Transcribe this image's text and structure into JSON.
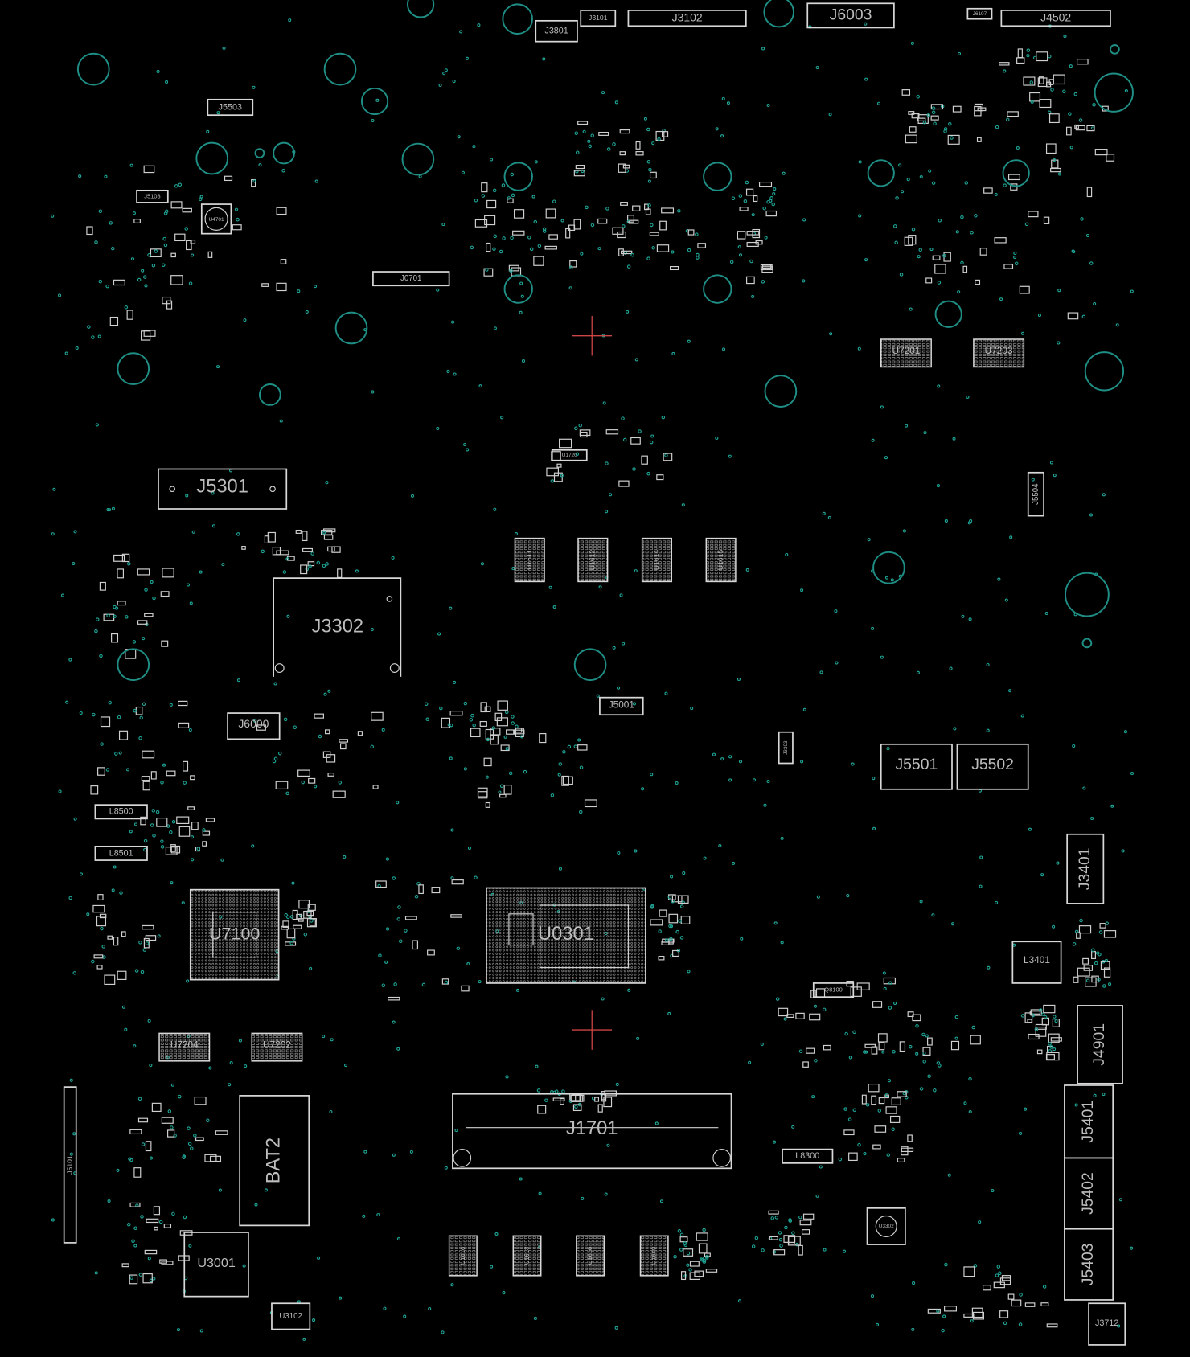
{
  "view": {
    "title": "Boardview - top layer",
    "colors": {
      "background": "#000000",
      "outline": "#d8d8d8",
      "hole": "#1f8f86",
      "via": "#1fa596",
      "marker": "#cc4444"
    }
  },
  "components": {
    "J3801": "J3801",
    "J3101": "J3101",
    "J3102": "J3102",
    "J6003": "J6003",
    "J6107": "J6107",
    "J4502": "J4502",
    "J5503": "J5503",
    "J5103": "J5103",
    "U4701": "U4701",
    "J0701": "J0701",
    "U7201": "U7201",
    "U7203": "U7203",
    "J5301": "J5301",
    "J5504": "J5504",
    "U1611": "U1611",
    "U1612": "U1612",
    "U1614": "U1614",
    "U1615": "U1615",
    "J3302": "J3302",
    "J6000": "J6000",
    "J5001": "J5001",
    "J5501": "J5501",
    "J5502": "J5502",
    "J3401": "J3401",
    "U7100": "U7100",
    "U0301": "U0301",
    "L3401": "L3401",
    "J4901": "J4901",
    "U7204": "U7204",
    "U7202": "U7202",
    "J1701": "J1701",
    "BAT2": "BAT2",
    "J5101": "J5101",
    "J5401": "J5401",
    "J5402": "J5402",
    "J5403": "J5403",
    "U3001": "U3001",
    "U3102": "U3102",
    "L8500": "L8500",
    "L8501": "L8501",
    "L8300": "L8300",
    "U3302": "U3302",
    "J3712": "J3712",
    "U1616": "U1616",
    "U1613": "U1613",
    "U1610": "U1610",
    "U1609": "U1609",
    "U1720": "U1720",
    "J3303": "J3303",
    "Q8100": "Q8100"
  }
}
